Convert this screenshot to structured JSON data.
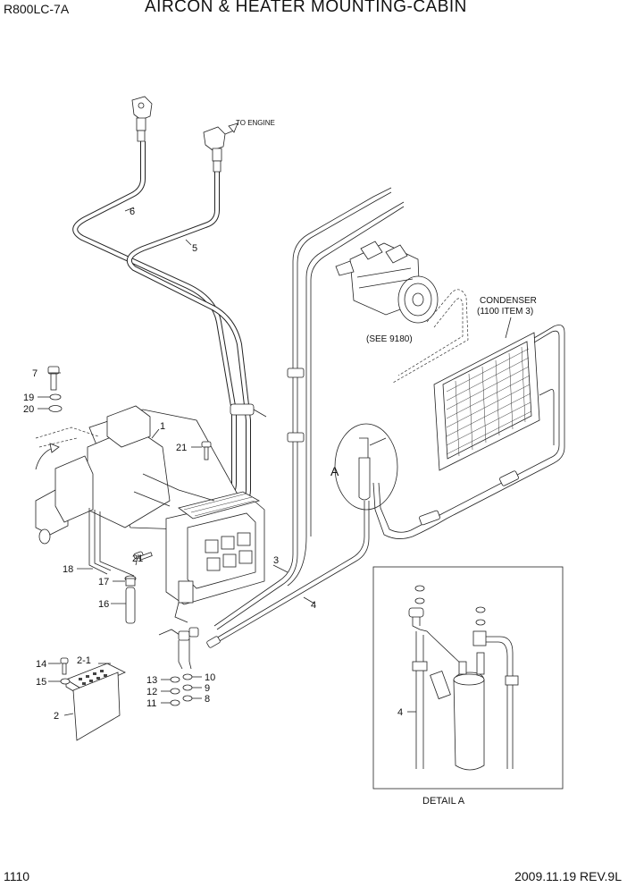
{
  "header": {
    "model": "R800LC-7A",
    "title": "AIRCON & HEATER MOUNTING-CABIN"
  },
  "footer": {
    "page": "1110",
    "date_rev": "2009.11.19  REV.9L"
  },
  "annotations": {
    "to_engine": "TO ENGINE",
    "condenser_line1": "CONDENSER",
    "condenser_line2": "(1100 ITEM 3)",
    "see_ref": "(SEE 9180)",
    "detail_marker": "A",
    "detail_caption": "DETAIL  A"
  },
  "callouts": {
    "c1": "1",
    "c2": "2",
    "c2_1": "2-1",
    "c3": "3",
    "c4": "4",
    "c4_detail": "4",
    "c5": "5",
    "c6": "6",
    "c7": "7",
    "c8": "8",
    "c9": "9",
    "c10": "10",
    "c11": "11",
    "c12": "12",
    "c13": "13",
    "c14": "14",
    "c15": "15",
    "c16": "16",
    "c17": "17",
    "c18": "18",
    "c19": "19",
    "c20": "20",
    "c21a": "21",
    "c21b": "21"
  }
}
